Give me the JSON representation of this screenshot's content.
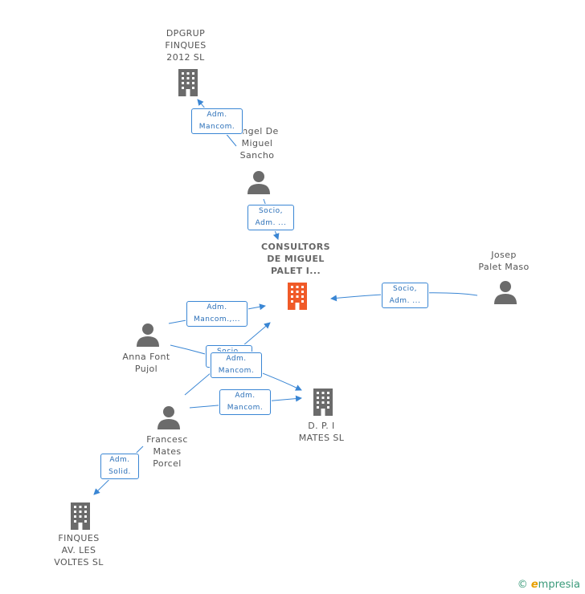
{
  "nodes": {
    "dpgrup": {
      "label": "DPGRUP\nFINQUES\n2012 SL",
      "kind": "company"
    },
    "angel": {
      "label": "Angel De\nMiguel\nSancho",
      "kind": "person"
    },
    "consultors": {
      "label": "CONSULTORS\nDE MIGUEL\nPALET I...",
      "kind": "company-main"
    },
    "josep": {
      "label": "Josep\nPalet Maso",
      "kind": "person"
    },
    "anna": {
      "label": "Anna Font\nPujol",
      "kind": "person"
    },
    "dpi": {
      "label": "D. P. I\nMATES SL",
      "kind": "company"
    },
    "francesc": {
      "label": "Francesc\nMates\nPorcel",
      "kind": "person"
    },
    "finques": {
      "label": "FINQUES\nAV. LES\nVOLTES SL",
      "kind": "company"
    }
  },
  "edges": [
    {
      "id": "e1",
      "label": "Adm.\nMancom."
    },
    {
      "id": "e2",
      "label": "Socio,\nAdm. ..."
    },
    {
      "id": "e3",
      "label": "Socio,\nAdm. ..."
    },
    {
      "id": "e4",
      "label": "Adm.\nMancom.,..."
    },
    {
      "id": "e5",
      "label": "Socio,\nAdm. ..."
    },
    {
      "id": "e6",
      "label": "Adm.\nMancom."
    },
    {
      "id": "e7",
      "label": "Adm.\nMancom."
    },
    {
      "id": "e8",
      "label": "Adm.\nSolid."
    }
  ],
  "colors": {
    "line": "#3a86d4",
    "icon": "#6b6b6b",
    "main": "#f05a28"
  },
  "brand": {
    "copyright": "©",
    "e": "e",
    "name": "mpresia"
  }
}
